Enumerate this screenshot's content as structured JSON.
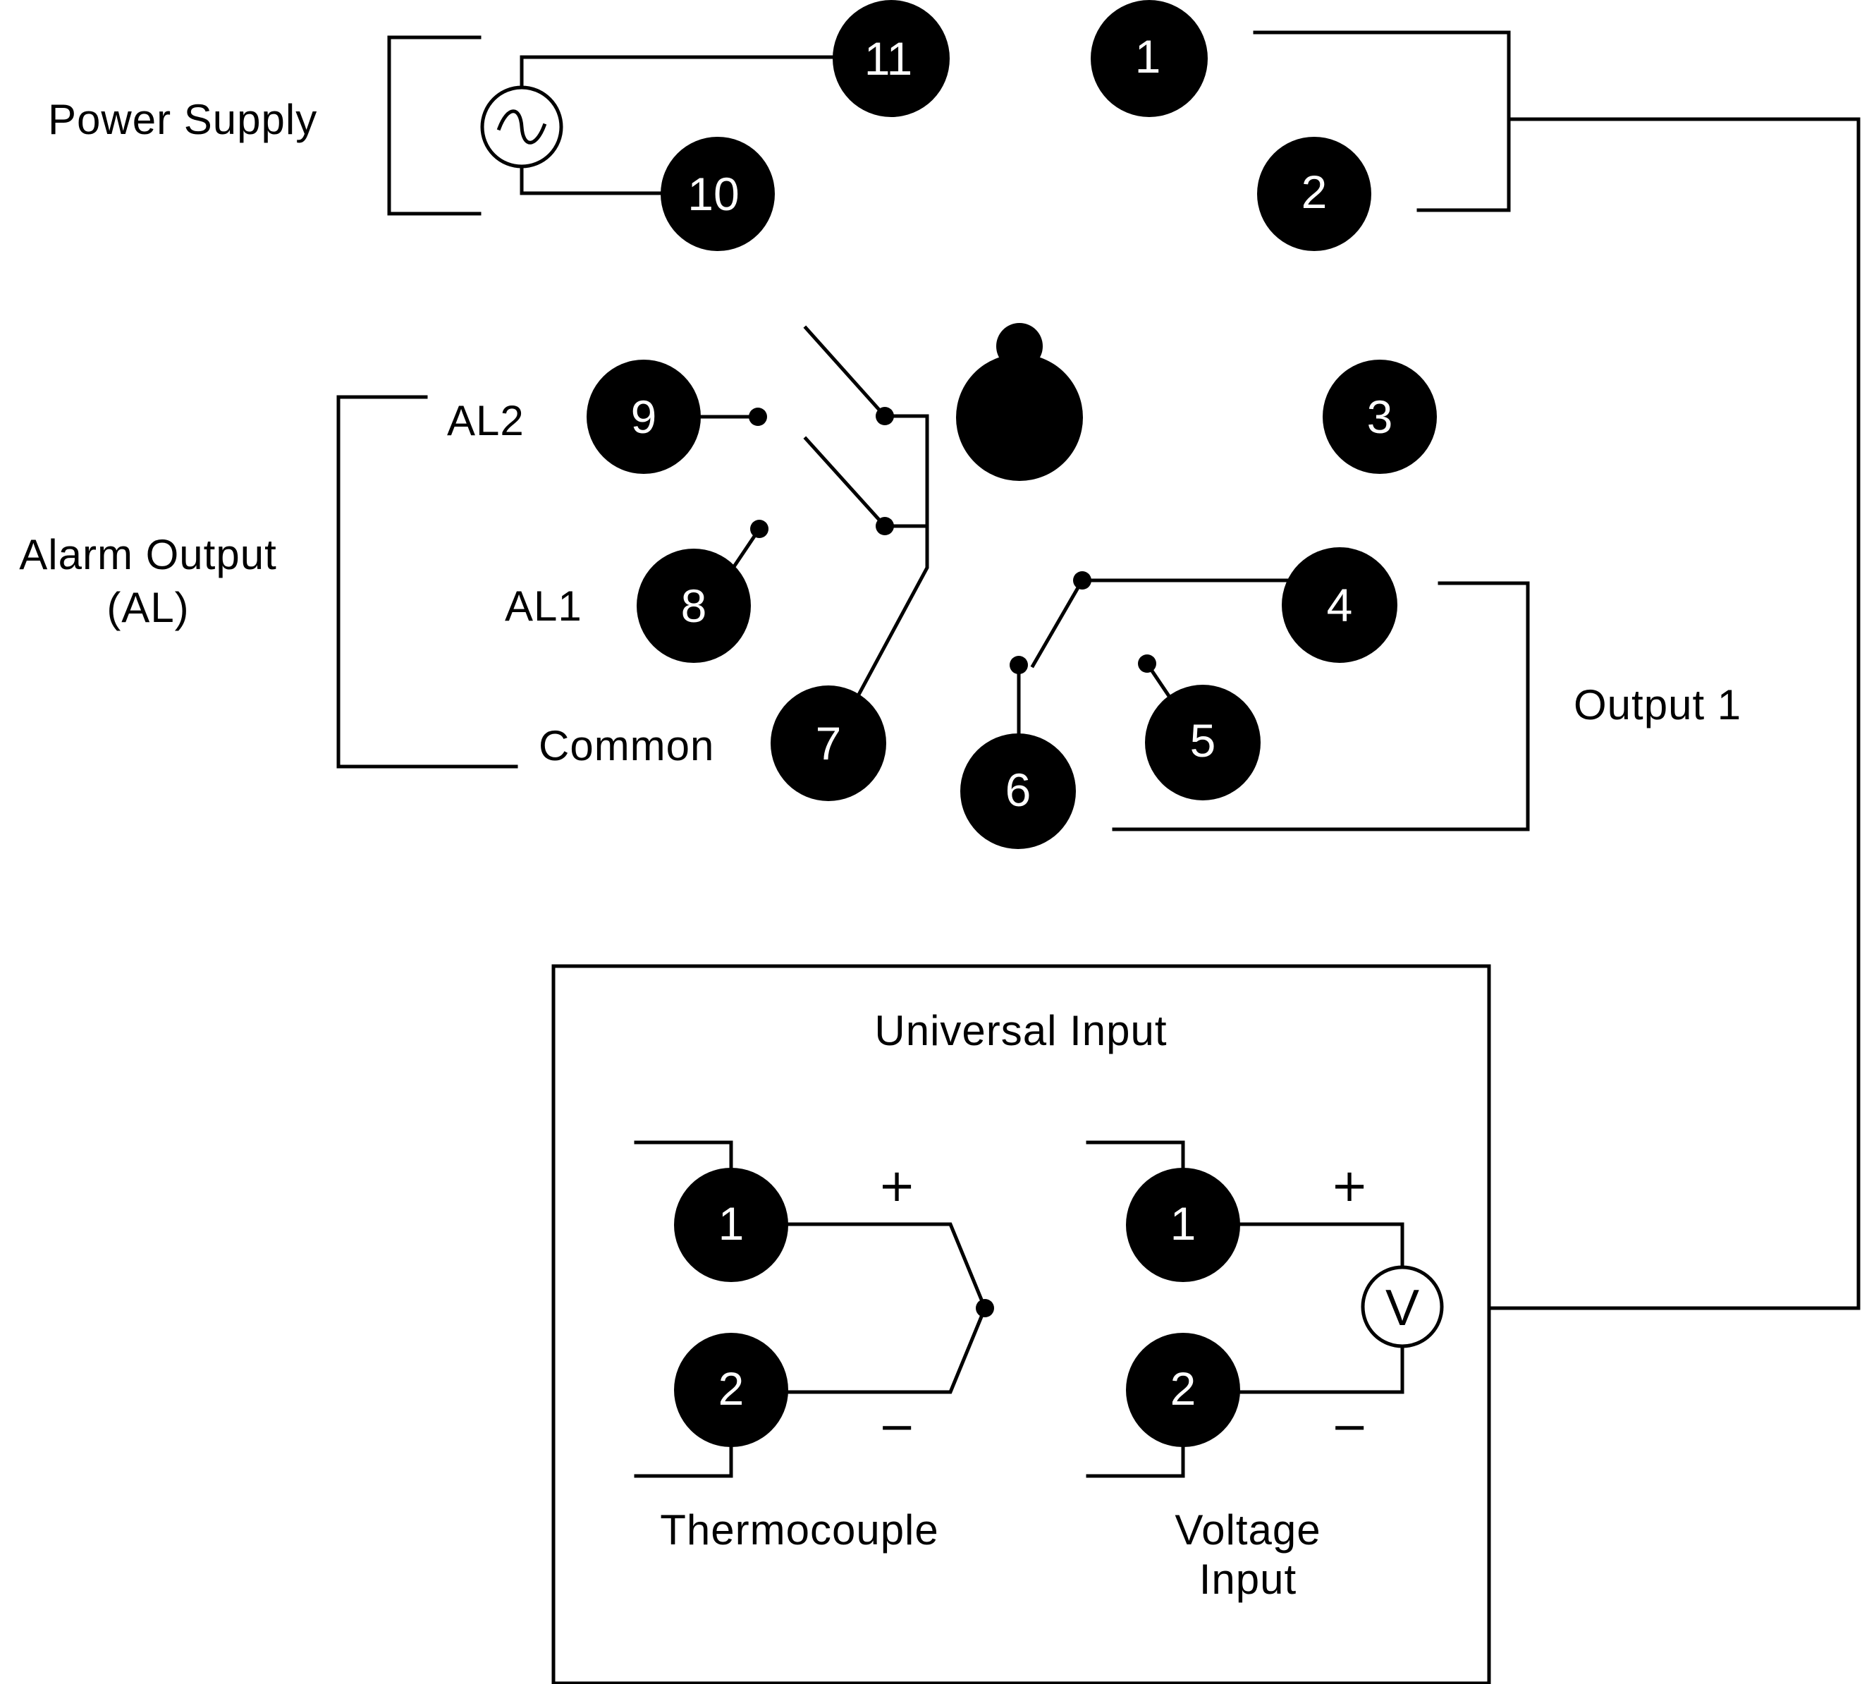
{
  "labels": {
    "power_supply": "Power Supply",
    "al2": "AL2",
    "alarm_output_line1": "Alarm Output",
    "alarm_output_line2": "(AL)",
    "al1": "AL1",
    "common": "Common",
    "output1": "Output 1",
    "universal_input": "Universal Input",
    "thermocouple": "Thermocouple",
    "voltage_input_line1": "Voltage",
    "voltage_input_line2": "Input"
  },
  "terminals": {
    "t1": "1",
    "t2": "2",
    "t3": "3",
    "t4": "4",
    "t5": "5",
    "t6": "6",
    "t7": "7",
    "t8": "8",
    "t9": "9",
    "t10": "10",
    "t11": "11"
  },
  "input_terminals": {
    "tc_plus": "1",
    "tc_minus": "2",
    "v_plus": "1",
    "v_minus": "2"
  },
  "signs": {
    "plus": "+",
    "minus": "−"
  },
  "symbols": {
    "ac_source": "ac-source-icon",
    "voltmeter": "V"
  }
}
